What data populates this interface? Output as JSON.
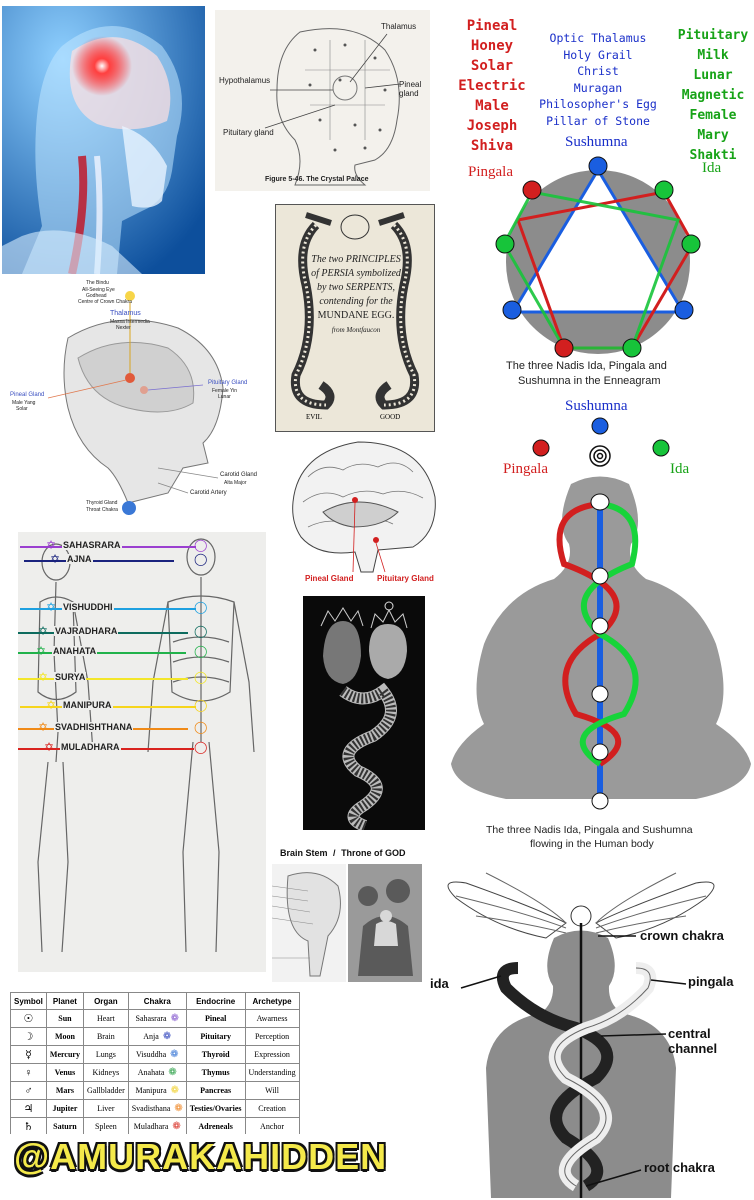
{
  "crystal_palace": {
    "caption": "Figure 5-46. The Crystal Palace",
    "labels": {
      "thalamus": "Thalamus",
      "hypothalamus": "Hypothalamus",
      "pineal": "Pineal\ngland",
      "pituitary": "Pituitary gland"
    }
  },
  "words": {
    "left": [
      "Pineal",
      "Honey",
      "Solar",
      "Electric",
      "Male",
      "Joseph",
      "Shiva"
    ],
    "middle": [
      "Optic Thalamus",
      "Holy Grail",
      "Christ",
      "Muragan",
      "Philosopher's Egg",
      "Pillar of Stone"
    ],
    "right": [
      "Pituitary",
      "Milk",
      "Lunar",
      "Magnetic",
      "Female",
      "Mary",
      "Shakti"
    ],
    "colors": {
      "left": "#d21f1f",
      "middle": "#1a2fc9",
      "right": "#17a317"
    }
  },
  "enneagram": {
    "sushumna": "Sushumna",
    "pingala": "Pingala",
    "ida": "Ida",
    "caption_1": "The three Nadis Ida, Pingala and",
    "caption_2": "Sushumna in the Enneagram"
  },
  "brain_sketch": {
    "labels": {
      "bindu_1": "The Bindu",
      "bindu_2": "All-Seeing Eye",
      "bindu_3": "Godhead",
      "bindu_4": "Centre of Crown Chakra",
      "thalamus": "Thalamus",
      "thalamus_1": "Massa Intermedia",
      "thalamus_2": "Nexter",
      "pineal": "Pineal Gland",
      "pineal_1": "Male Yang",
      "pineal_2": "Solar",
      "pituitary": "Pituitary Gland",
      "pituitary_1": "Female Yin",
      "pituitary_2": "Lunar",
      "carotid_gland": "Carotid Gland",
      "carotid_gland_1": "Alta Major",
      "carotid_artery": "Carotid Artery",
      "thyroid": "Thyroid Gland",
      "thyroid_1": "Throat Chakra"
    }
  },
  "persia": {
    "text": [
      "The two PRINCIPLES",
      "of PERSIA symbolized",
      "by two SERPENTS,",
      "contending for the",
      "MUNDANE EGG.",
      "from Montfaucon"
    ],
    "evil": "EVIL",
    "good": "GOOD"
  },
  "brain_section": {
    "pineal": "Pineal Gland",
    "pituitary": "Pituitary Gland"
  },
  "nadis_body": {
    "sushumna": "Sushumna",
    "pingala": "Pingala",
    "ida": "Ida",
    "caption_1": "The three Nadis Ida, Pingala and Sushumna",
    "caption_2": "flowing in the Human body"
  },
  "chakras": {
    "items": [
      {
        "name": "SAHASRARA",
        "color": "#9b3fd0"
      },
      {
        "name": "AJNA",
        "color": "#1a237e"
      },
      {
        "name": "VISHUDDHI",
        "color": "#1ea0e0"
      },
      {
        "name": "VAJRADHARA",
        "color": "#0d6b5e"
      },
      {
        "name": "ANAHATA",
        "color": "#21b24b"
      },
      {
        "name": "SURYA",
        "color": "#f3e62a"
      },
      {
        "name": "MANIPURA",
        "color": "#f6d51c"
      },
      {
        "name": "SVADHISHTHANA",
        "color": "#f08a17"
      },
      {
        "name": "MULADHARA",
        "color": "#d9231f"
      }
    ]
  },
  "brain_stem": {
    "title_left": "Brain Stem",
    "title_sep": "/",
    "title_right": "Throne of GOD"
  },
  "caduceus": {
    "crown": "crown chakra",
    "ida": "ida",
    "pingala": "pingala",
    "central": "central channel",
    "root": "root chakra"
  },
  "table": {
    "headers": [
      "Symbol",
      "Planet",
      "Organ",
      "Chakra",
      "Endocrine",
      "Archetype"
    ],
    "rows": [
      {
        "symbol": "☉",
        "planet": "Sun",
        "organ": "Heart",
        "chakra": "Sahasrara",
        "color": "#8a5fd0",
        "endocrine": "Pineal",
        "archetype": "Awarness"
      },
      {
        "symbol": "☽",
        "planet": "Moon",
        "organ": "Brain",
        "chakra": "Anja",
        "color": "#3b4fc0",
        "endocrine": "Pituitary",
        "archetype": "Perception"
      },
      {
        "symbol": "☿",
        "planet": "Mercury",
        "organ": "Lungs",
        "chakra": "Visuddha",
        "color": "#3a78d6",
        "endocrine": "Thyroid",
        "archetype": "Expression"
      },
      {
        "symbol": "♀",
        "planet": "Venus",
        "organ": "Kidneys",
        "chakra": "Anahata",
        "color": "#2fa24a",
        "endocrine": "Thymus",
        "archetype": "Understanding"
      },
      {
        "symbol": "♂",
        "planet": "Mars",
        "organ": "Gallbladder",
        "chakra": "Manipura",
        "color": "#f2d43a",
        "endocrine": "Pancreas",
        "archetype": "Will"
      },
      {
        "symbol": "♃",
        "planet": "Jupiter",
        "organ": "Liver",
        "chakra": "Svadisthana",
        "color": "#f08a2a",
        "endocrine": "Testies/Ovaries",
        "archetype": "Creation"
      },
      {
        "symbol": "♄",
        "planet": "Saturn",
        "organ": "Spleen",
        "chakra": "Muladhara",
        "color": "#d9342a",
        "endocrine": "Adreneals",
        "archetype": "Anchor"
      }
    ]
  },
  "handle": "@AMURAKAHIDDEN"
}
